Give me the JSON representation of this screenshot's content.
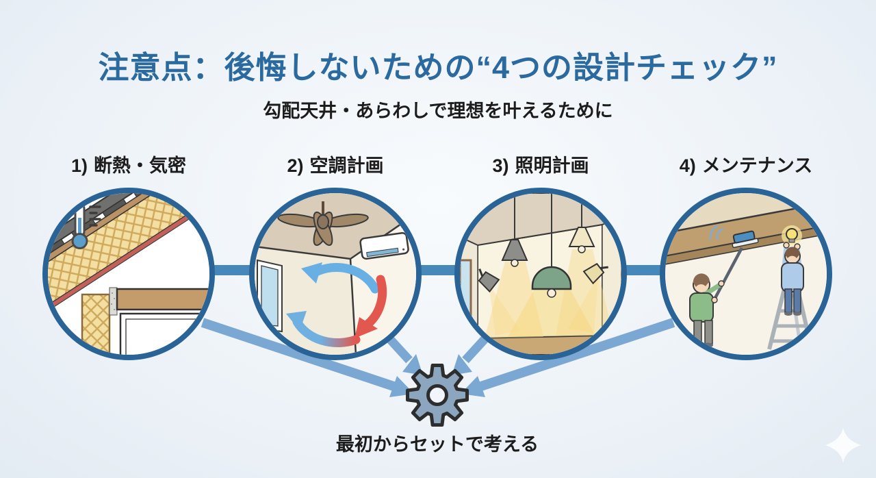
{
  "title": "注意点：後悔しないための“4つの設計チェック”",
  "subtitle": "勾配天井・あらわしで理想を叶えるために",
  "items": [
    {
      "number": "1)",
      "label": "断熱・気密",
      "icon": "roof-insulation-illustration"
    },
    {
      "number": "2)",
      "label": "空調計画",
      "icon": "hvac-airflow-illustration"
    },
    {
      "number": "3)",
      "label": "照明計画",
      "icon": "pendant-lighting-illustration"
    },
    {
      "number": "4)",
      "label": "メンテナンス",
      "icon": "ceiling-maintenance-illustration"
    }
  ],
  "conclusion": "最初からセットで考える",
  "center_icon": "gear-icon",
  "corner_icon": "sparkle-icon",
  "colors": {
    "title": "#2b6a9e",
    "text": "#1c1c1c",
    "circle_border": "#2a6496",
    "connector": "#4788bb",
    "arrow": "#7aa8d3",
    "gear_fill": "#8ca6c0",
    "gear_outline": "#2d2d2d",
    "warm_air": "#e2584f",
    "cool_air": "#68b0e4",
    "insulation": "#f3dfa2",
    "wood": "#c49b6b"
  }
}
